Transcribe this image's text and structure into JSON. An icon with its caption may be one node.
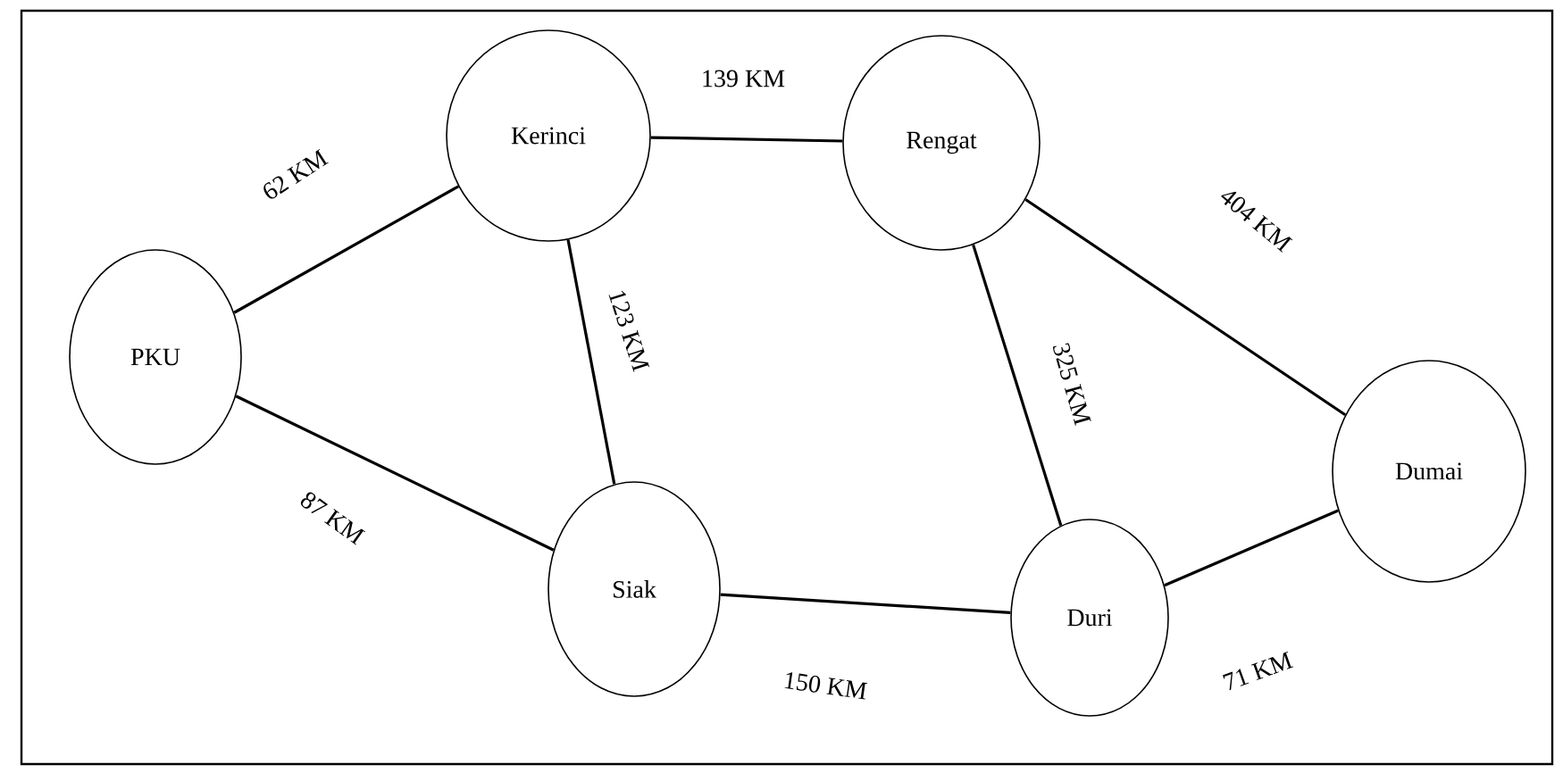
{
  "diagram": {
    "nodes": [
      {
        "text": [
          "PKU"
        ]
      },
      {
        "text": [
          "Kerinci"
        ]
      },
      {
        "text": [
          "Rengat"
        ]
      },
      {
        "text": [
          "Siak"
        ]
      },
      {
        "text": [
          "Duri"
        ]
      },
      {
        "text": [
          "Dumai"
        ]
      }
    ],
    "edges": [
      {
        "from": 0,
        "to": 1,
        "arrow": "none",
        "label": "62 KM"
      },
      {
        "from": 0,
        "to": 3,
        "arrow": "none",
        "label": "87 KM"
      },
      {
        "from": 1,
        "to": 2,
        "arrow": "none",
        "label": "139 KM"
      },
      {
        "from": 1,
        "to": 3,
        "arrow": "none",
        "label": "123 KM"
      },
      {
        "from": 2,
        "to": 5,
        "arrow": "none",
        "label": "404 KM"
      },
      {
        "from": 2,
        "to": 4,
        "arrow": "none",
        "label": "325 KM"
      },
      {
        "from": 3,
        "to": 4,
        "arrow": "none",
        "label": "150 KM"
      },
      {
        "from": 4,
        "to": 5,
        "arrow": "none",
        "label": "71 KM"
      }
    ]
  }
}
